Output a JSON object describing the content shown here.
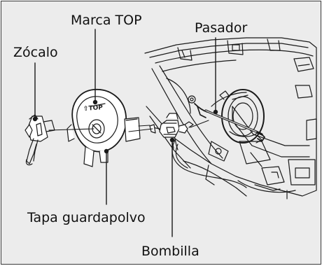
{
  "labels": {
    "zocalo": "Zócalo",
    "marca_top": "Marca TOP",
    "pasador": "Pasador",
    "tapa": "Tapa guardapolvo",
    "bombilla": "Bombilla"
  },
  "top_mark": "⇧TOP"
}
